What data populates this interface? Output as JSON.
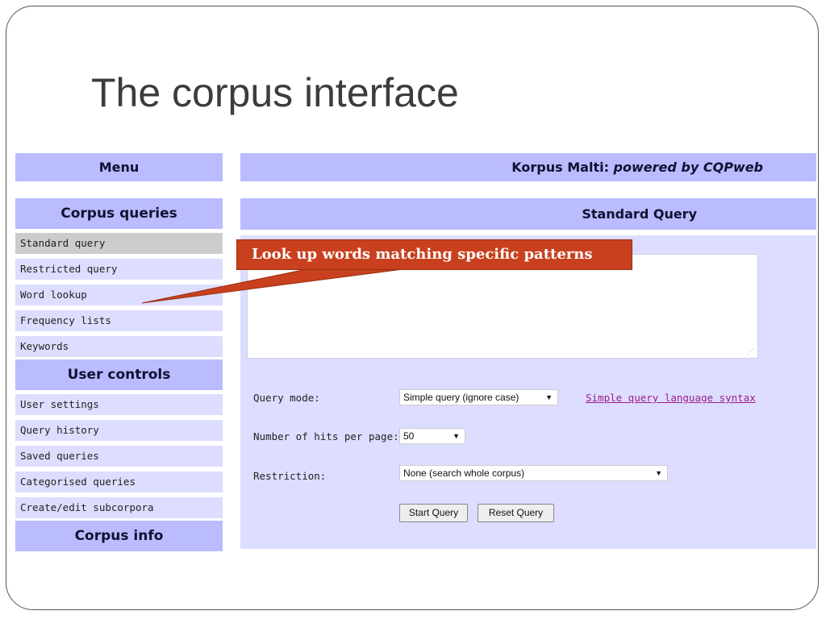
{
  "slide": {
    "title": "The corpus interface"
  },
  "menu": {
    "header": "Menu",
    "sections": {
      "corpus_queries": "Corpus queries",
      "user_controls": "User controls",
      "corpus_info": "Corpus info"
    },
    "corpus_query_items": [
      "Standard query",
      "Restricted query",
      "Word lookup",
      "Frequency lists",
      "Keywords"
    ],
    "user_control_items": [
      "User settings",
      "Query history",
      "Saved queries",
      "Categorised queries",
      "Create/edit subcorpora"
    ]
  },
  "header": {
    "title_plain": "Korpus Malti: ",
    "title_italic": "powered by CQPweb"
  },
  "page": {
    "subtitle": "Standard Query"
  },
  "form": {
    "query_text": "",
    "query_mode_label": "Query mode:",
    "query_mode_value": "Simple query (ignore case)",
    "syntax_link": "Simple query language syntax",
    "hits_label": "Number of hits per page:",
    "hits_value": "50",
    "restriction_label": "Restriction:",
    "restriction_value": "None (search whole corpus)",
    "start_button": "Start Query",
    "reset_button": "Reset Query"
  },
  "callout": {
    "text": "Look up words matching specific patterns"
  },
  "colors": {
    "bar": "#bbbbff",
    "panel": "#ddddff",
    "callout": "#c8401e",
    "link": "#9b1c8e"
  }
}
